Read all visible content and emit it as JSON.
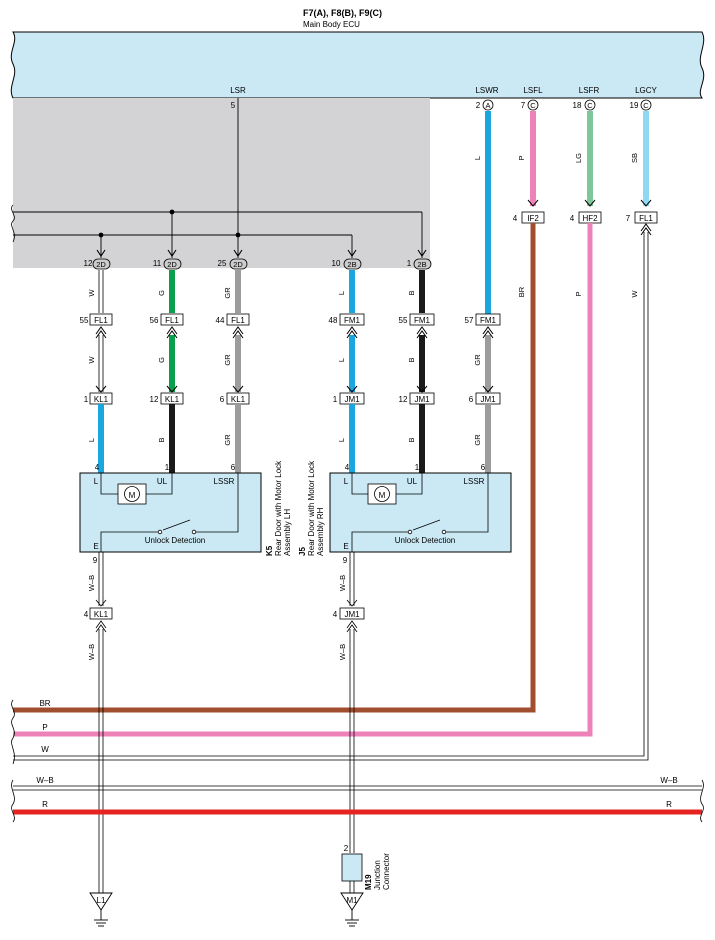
{
  "header": {
    "code": "F7(A), F8(B), F9(C)",
    "name": "Main Body ECU"
  },
  "ecu_terminals": {
    "lsr": "LSR",
    "lsr_pin": "5",
    "lswr": "LSWR",
    "lswr_pin": "2",
    "lswr_conn": "A",
    "lsfl": "LSFL",
    "lsfl_pin": "7",
    "lsfl_conn": "C",
    "lsfr": "LSFR",
    "lsfr_pin": "18",
    "lsfr_conn": "C",
    "lgcy": "LGCY",
    "lgcy_pin": "19",
    "lgcy_conn": "C"
  },
  "connectors_2": {
    "c1_pin": "12",
    "c1_tag": "2D",
    "c2_pin": "11",
    "c2_tag": "2D",
    "c3_pin": "25",
    "c3_tag": "2D",
    "c4_pin": "10",
    "c4_tag": "2B",
    "c5_pin": "1",
    "c5_tag": "2B"
  },
  "inline_connectors": {
    "if2_pin": "4",
    "if2": "IF2",
    "hf2_pin": "4",
    "hf2": "HF2",
    "fl1_top_pin": "7",
    "fl1_top": "FL1",
    "fl1_a_pin": "55",
    "fl1_a": "FL1",
    "fl1_b_pin": "56",
    "fl1_b": "FL1",
    "fl1_c_pin": "44",
    "fl1_c": "FL1",
    "fm1_a_pin": "48",
    "fm1_a": "FM1",
    "fm1_b_pin": "55",
    "fm1_b": "FM1",
    "fm1_c_pin": "57",
    "fm1_c": "FM1",
    "kl1_a_pin": "1",
    "kl1_a": "KL1",
    "kl1_b_pin": "12",
    "kl1_b": "KL1",
    "kl1_c_pin": "6",
    "kl1_c": "KL1",
    "jm1_a_pin": "1",
    "jm1_a": "JM1",
    "jm1_b_pin": "12",
    "jm1_b": "JM1",
    "jm1_c_pin": "6",
    "jm1_c": "JM1",
    "kl1_gnd_pin": "4",
    "kl1_gnd": "KL1",
    "jm1_gnd_pin": "4",
    "jm1_gnd": "JM1"
  },
  "wire_colors": {
    "w": "W",
    "g": "G",
    "gr": "GR",
    "l": "L",
    "b": "B",
    "p": "P",
    "lg": "LG",
    "sb": "SB",
    "br": "BR",
    "wb": "W–B",
    "r": "R"
  },
  "lock_lh": {
    "pin_l": "4",
    "pin_ul": "1",
    "pin_lssr": "6",
    "pin_e": "9",
    "t_l": "L",
    "t_ul": "UL",
    "t_lssr": "LSSR",
    "t_e": "E",
    "motor": "M",
    "detect": "Unlock Detection",
    "code": "K5",
    "name_1": "Rear Door with Motor Lock",
    "name_2": "Assembly LH"
  },
  "lock_rh": {
    "pin_l": "4",
    "pin_ul": "1",
    "pin_lssr": "6",
    "pin_e": "9",
    "t_l": "L",
    "t_ul": "UL",
    "t_lssr": "LSSR",
    "t_e": "E",
    "motor": "M",
    "detect": "Unlock Detection",
    "code": "J5",
    "name_1": "Rear Door with Motor Lock",
    "name_2": "Assembly RH"
  },
  "junction": {
    "pin": "2",
    "code": "M19",
    "name_1": "Junction",
    "name_2": "Connector"
  },
  "grounds": {
    "g1": "L1",
    "g2": "M1"
  },
  "colors": {
    "ecu_fill": "#cbe9f5",
    "shade": "#d3d3d5",
    "module_fill": "#cbe9f5",
    "light_blue_wire": "#1ba6df",
    "sky_wire": "#8ed8f4",
    "green_wire": "#0a9f4b",
    "light_green_wire": "#7dc79a",
    "gray_wire": "#9c9c9e",
    "black_wire": "#1a1a1a",
    "pink_wire": "#ee82b8",
    "brown_wire": "#a04e2d",
    "red_wire": "#e52421"
  }
}
